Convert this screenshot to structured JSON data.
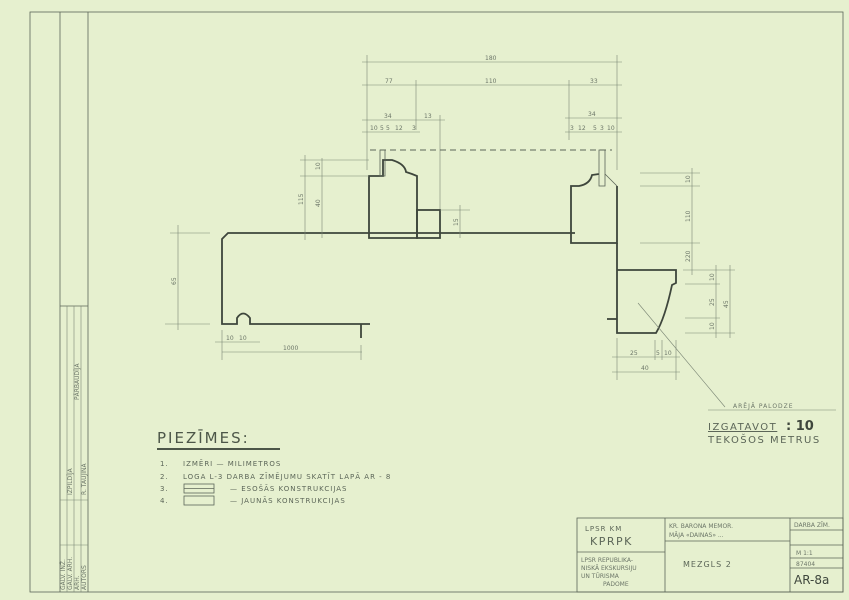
{
  "dimensions": {
    "overall": "180",
    "left_part": "77",
    "middle": "110",
    "right_part": "33",
    "left_34": "34",
    "left_13": "13",
    "right_34": "34",
    "left_small": [
      "10",
      "5",
      "5",
      "12",
      "3"
    ],
    "right_small": [
      "3",
      "12",
      "5",
      "3",
      "10"
    ],
    "height_115": "115",
    "height_10": "10",
    "height_40": "40",
    "height_65": "65",
    "step_15": "15",
    "bottom_10a": "10",
    "bottom_10b": "10",
    "bottom_1000": "1000",
    "right_10": "10",
    "right_110": "110",
    "right_220": "220",
    "right_10b": "10",
    "right_25": "25",
    "right_45": "45",
    "right_10c": "10",
    "bottom_right_25": "25",
    "bottom_right_5": "5",
    "bottom_right_10": "10",
    "bottom_right_40": "40"
  },
  "callout": {
    "leader_label": "ARĒJĀ PALODZE",
    "make_label": "IZGATAVOT",
    "make_qty": ": 10",
    "unit": "TEKOŠOS METRUS"
  },
  "notes": {
    "title": "PIEZĪMES:",
    "items": [
      {
        "num": "1.",
        "text": "IZMĒRI  —  MILIMETROS"
      },
      {
        "num": "2.",
        "text": "LOGA  L-3  DARBA ZĪMĒJUMU SKATĪT LAPĀ  AR - 8"
      },
      {
        "num": "3.",
        "text": "— ESOŠĀS KONSTRUKCIJAS"
      },
      {
        "num": "4.",
        "text": "— JAUNĀS KONSTRUKCIJAS"
      }
    ]
  },
  "title_block": {
    "org1": "LPSR KM",
    "org2": "KPRPK",
    "org3": [
      "LPSR REPUBLIKA-",
      "NISKĀ EKSKURSIJU",
      "UN TŪRISMA",
      "PADOME"
    ],
    "project1": "KR. BARONA MEMOR.",
    "project2": "MĀJA «DAINAS» ...",
    "sheet_title": "MEZGLS 2",
    "sheet_type_label": "DARBA ZĪM.",
    "scale": "M 1:1",
    "code": "87404",
    "sheet_no": "AR-8a"
  },
  "side_strip": [
    "GALV. INŽ.",
    "GALV. ARH.",
    "ARH.",
    "AUTORS",
    "IZPILDĪJA",
    "R. TAUJINA",
    "PĀRBAUDĪJA"
  ]
}
